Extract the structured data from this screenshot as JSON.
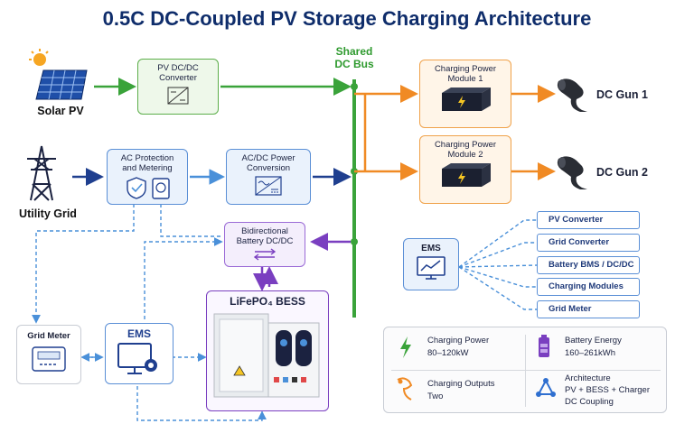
{
  "title": "0.5C DC-Coupled PV Storage Charging Architecture",
  "sources": {
    "solar": "Solar PV",
    "grid": "Utility Grid"
  },
  "blocks": {
    "pv_converter": "PV DC/DC Converter",
    "ac_protection": "AC Protection and Metering",
    "acdc": "AC/DC Power Conversion",
    "bidir": "Bidirectional Battery DC/DC",
    "bess": "LiFePO₄ BESS",
    "grid_meter": "Grid Meter",
    "ems_main": "EMS",
    "module1": "Charging Power Module 1",
    "module2": "Charging Power Module 2"
  },
  "bus": {
    "label_line1": "Shared",
    "label_line2": "DC Bus"
  },
  "outputs": {
    "gun1": "DC Gun 1",
    "gun2": "DC Gun 2"
  },
  "ems_panel": {
    "title": "EMS",
    "targets": [
      "PV Converter",
      "Grid Converter",
      "Battery BMS / DC/DC",
      "Charging Modules",
      "Grid Meter"
    ]
  },
  "specs": {
    "charging_power": {
      "label": "Charging Power",
      "value": "80–120kW"
    },
    "battery_energy": {
      "label": "Battery Energy",
      "value": "160–261kWh"
    },
    "charging_outputs": {
      "label": "Charging Outputs",
      "value": "Two"
    },
    "architecture": {
      "label": "Architecture",
      "value1": "PV + BESS + Charger",
      "value2": "DC Coupling"
    }
  },
  "colors": {
    "dc_bus": "#3aa33a",
    "ac": "#1f3f8f",
    "ac_light": "#4a90d9",
    "output": "#f08a24",
    "battery": "#7a3fc0",
    "title": "#0f2d6b"
  }
}
